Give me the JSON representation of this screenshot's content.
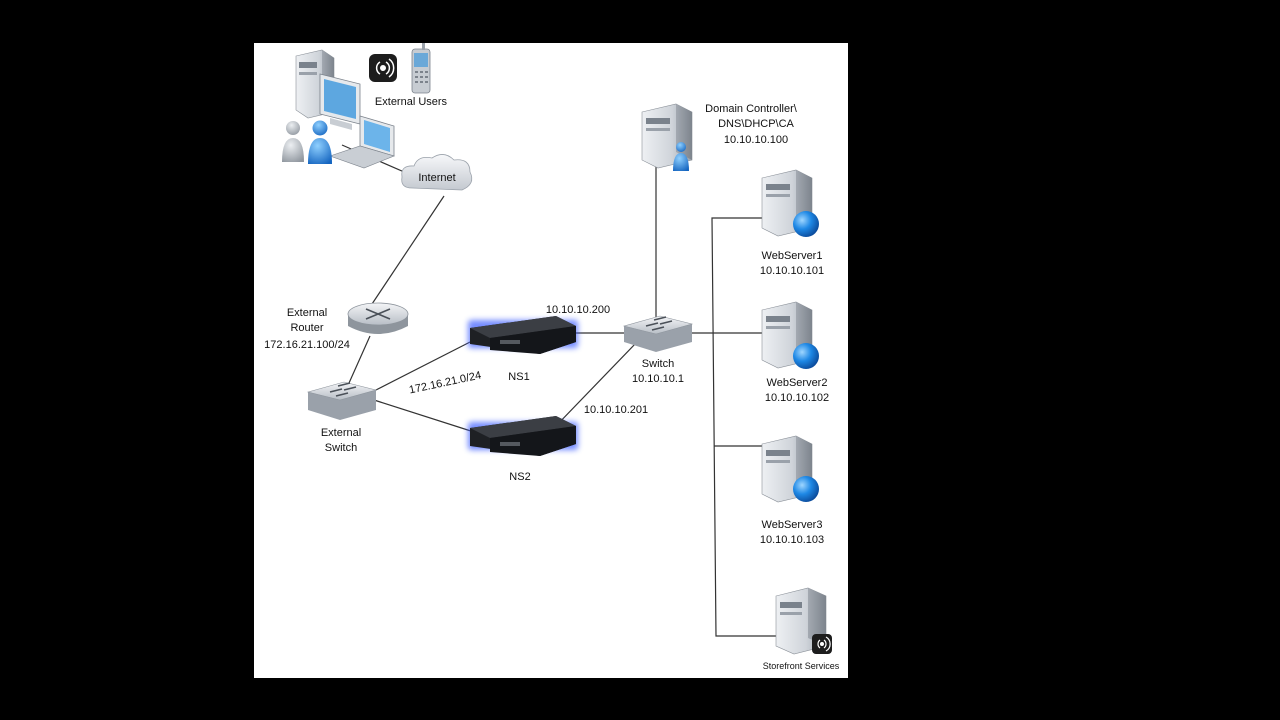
{
  "labels": {
    "external_users": "External Users",
    "internet": "Internet",
    "router_line1": "External",
    "router_line2": "Router",
    "router_ip": "172.16.21.100/24",
    "ext_switch_line1": "External",
    "ext_switch_line2": "Switch",
    "subnet": "172.16.21.0/24",
    "ns1": "NS1",
    "ns2": "NS2",
    "ns1_ip": "10.10.10.200",
    "ns2_ip": "10.10.10.201",
    "switch_name": "Switch",
    "switch_ip": "10.10.10.1",
    "dc_line1": "Domain Controller\\",
    "dc_line2": "DNS\\DHCP\\CA",
    "dc_ip": "10.10.10.100",
    "web1_name": "WebServer1",
    "web1_ip": "10.10.10.101",
    "web2_name": "WebServer2",
    "web2_ip": "10.10.10.102",
    "web3_name": "WebServer3",
    "web3_ip": "10.10.10.103",
    "storefront": "Storefront Services"
  },
  "colors": {
    "background": "#000000",
    "canvas": "#ffffff",
    "link": "#333333",
    "server_body": "#d9dde2",
    "globe_blue": "#1e88e5",
    "ns_glow": "#3a5bff"
  },
  "icons": {
    "users": "people-icon",
    "mobile": "mobile-phone-icon",
    "citrix": "citrix-receiver-icon",
    "server": "server-tower-icon",
    "globe": "globe-icon",
    "switch": "network-switch-icon",
    "router": "router-icon",
    "cloud": "cloud-icon",
    "appliance": "netscaler-appliance-icon"
  }
}
